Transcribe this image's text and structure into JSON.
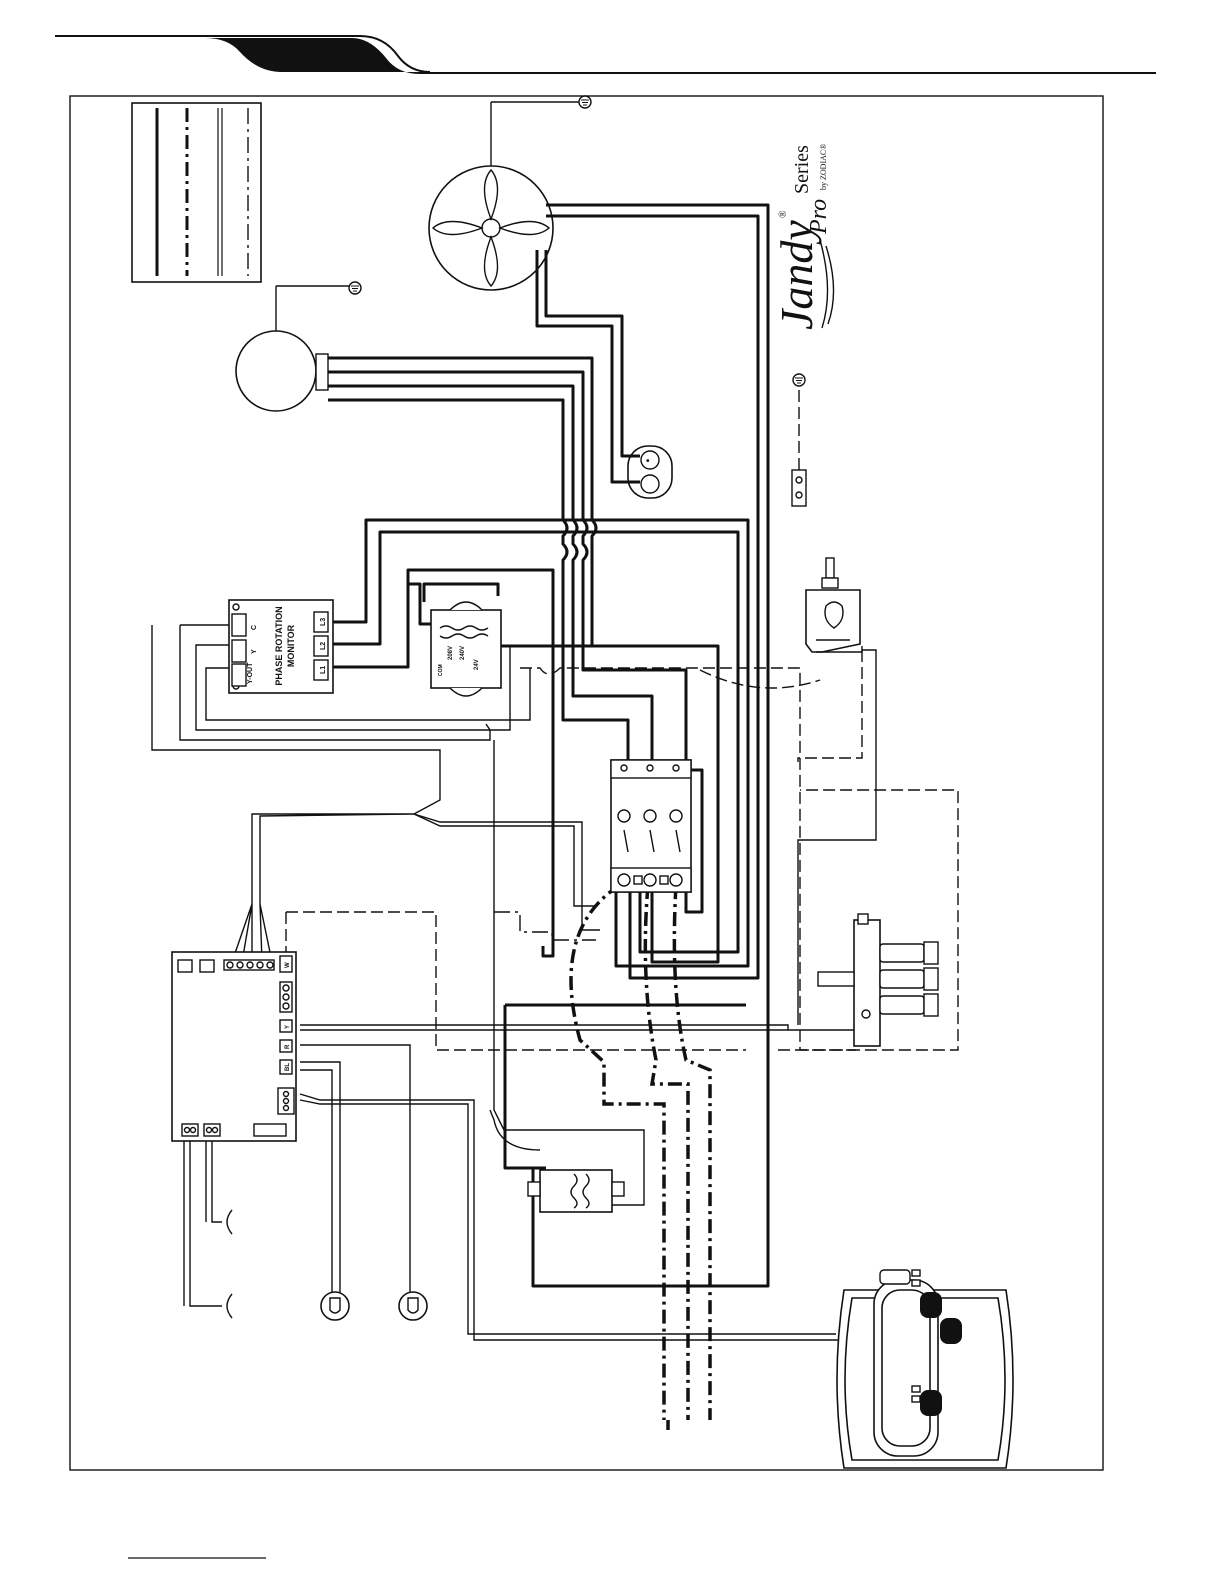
{
  "brand": {
    "name": "Jandy",
    "registered": "®",
    "line": "Pro",
    "series": "Series",
    "by": "by ZODIAC®"
  },
  "phase_monitor": {
    "title_line1": "PHASE ROTATION",
    "title_line2": "MONITOR",
    "terminals": [
      "L1",
      "L2",
      "L3"
    ],
    "outputs": [
      "Y-OUT",
      "Y",
      "C"
    ]
  },
  "transformer": {
    "labels": [
      "208V",
      "240V",
      "24V",
      "COM"
    ]
  },
  "control_board": {
    "terminals": [
      "W",
      "Y",
      "R",
      "BL"
    ]
  },
  "colors": {
    "ink": "#111111",
    "paper": "#ffffff",
    "header_band": "#111111"
  },
  "icons": [
    "fan-icon",
    "compressor-icon",
    "ground-icon",
    "contactor-icon",
    "transformer-icon",
    "relay-icon",
    "reversing-valve-icon",
    "pressure-switch-icon",
    "thermistor-icon",
    "control-panel-icon"
  ]
}
